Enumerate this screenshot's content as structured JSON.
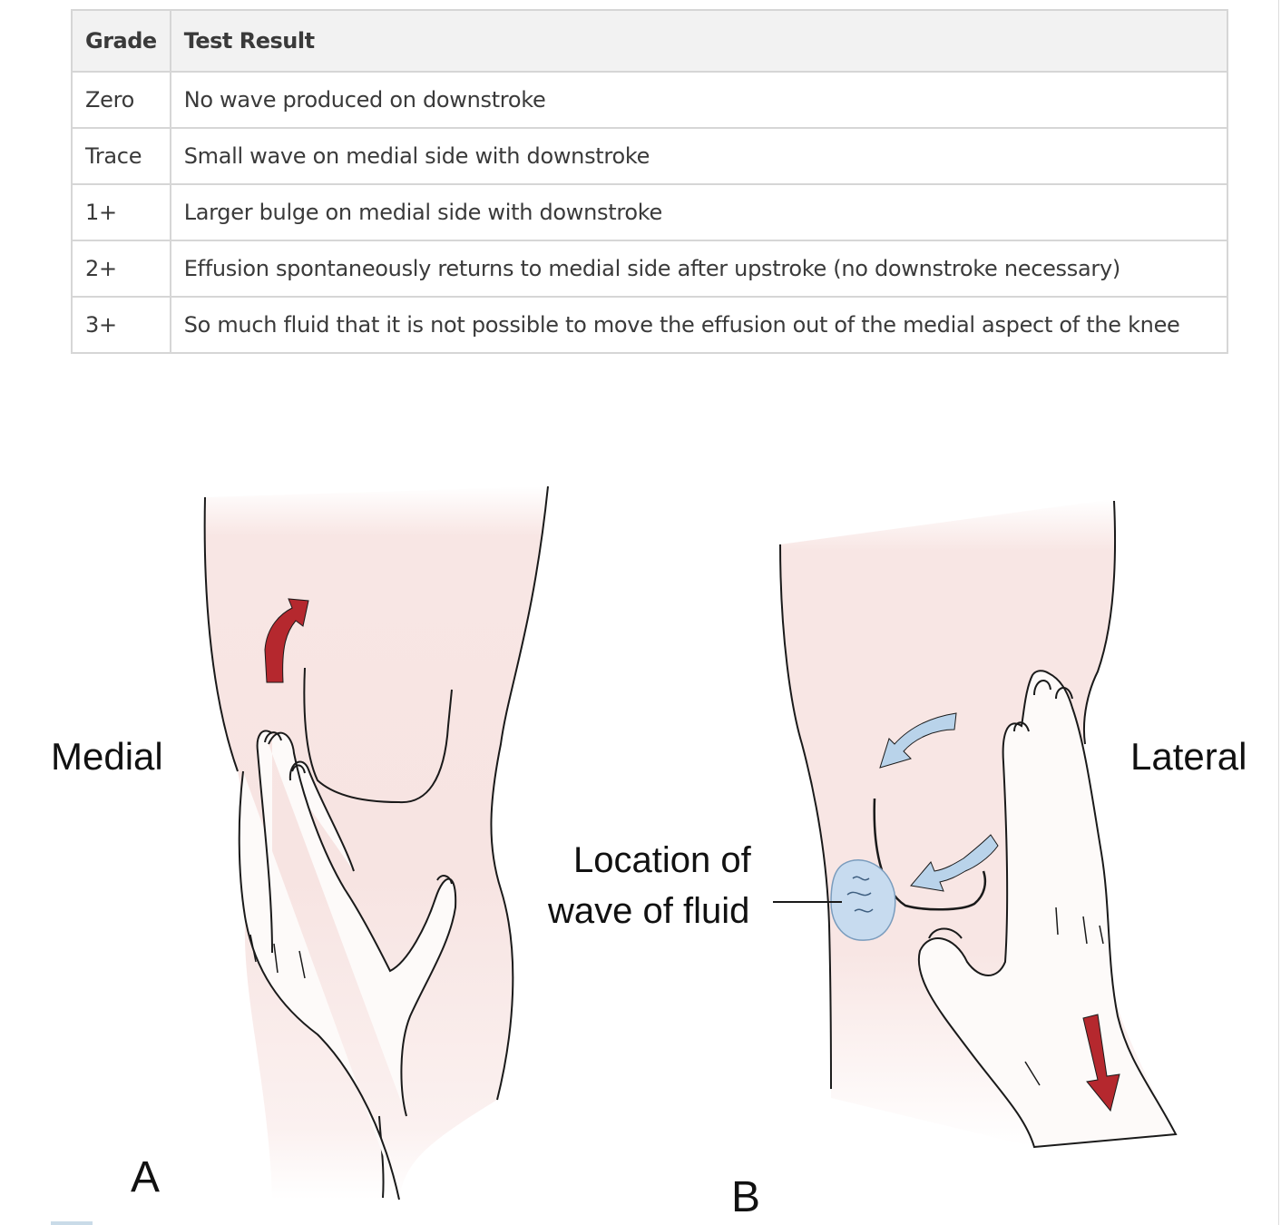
{
  "table": {
    "headers": {
      "grade": "Grade",
      "result": "Test Result"
    },
    "rows": [
      {
        "grade": "Zero",
        "result": "No wave produced on downstroke"
      },
      {
        "grade": "Trace",
        "result": "Small wave on medial side with downstroke"
      },
      {
        "grade": "1+",
        "result": "Larger bulge on medial side with downstroke"
      },
      {
        "grade": "2+",
        "result": "Effusion spontaneously returns to medial side after upstroke (no downstroke necessary)"
      },
      {
        "grade": "3+",
        "result": "So much fluid that it is not possible to move the effusion out of the medial aspect of the knee"
      }
    ]
  },
  "figure": {
    "label_medial": "Medial",
    "label_lateral": "Lateral",
    "label_location_line1": "Location of",
    "label_location_line2": "wave of fluid",
    "panel_a": "A",
    "panel_b": "B",
    "colors": {
      "skin": "#f8e6e4",
      "arrow_red": "#b5282e",
      "arrow_blue": "#b9d3ea",
      "fluid": "#c7dbef",
      "outline": "#1a1a1a"
    }
  }
}
